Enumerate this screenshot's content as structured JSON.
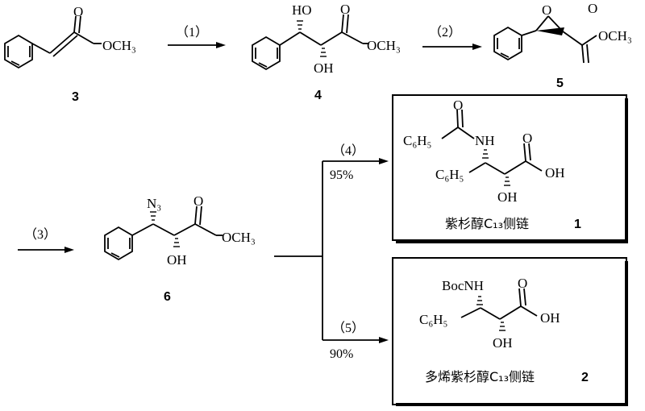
{
  "compounds": {
    "c3": {
      "number": "3",
      "ester": "OCH₃",
      "carbonyl_o": "O"
    },
    "c4": {
      "number": "4",
      "ester": "OCH₃",
      "carbonyl_o": "O",
      "top_oh": "HO",
      "bottom_oh": "OH"
    },
    "c5": {
      "number": "5",
      "ester": "OCH₃",
      "carbonyl_o": "O",
      "epoxide_o": "O"
    },
    "c6": {
      "number": "6",
      "ester": "OCH₃",
      "carbonyl_o": "O",
      "azide": "N₃",
      "oh": "OH"
    },
    "p1": {
      "number": "1",
      "acyl": "C₆H₅",
      "nh": "NH",
      "phenyl": "C₆H₅",
      "acid": "OH",
      "carbonyl_o": "O",
      "oh": "OH",
      "acyl_o": "O",
      "caption": "紫杉醇C₁₃侧链"
    },
    "p2": {
      "number": "2",
      "boc": "BocNH",
      "phenyl": "C₆H₅",
      "acid": "OH",
      "carbonyl_o": "O",
      "oh": "OH",
      "caption": "多烯紫杉醇C₁₃侧链"
    }
  },
  "steps": {
    "s1": "（1）",
    "s2": "（2）",
    "s3": "（3）",
    "s4": "（4）",
    "s5": "（5）",
    "y4": "95%",
    "y5": "90%"
  }
}
